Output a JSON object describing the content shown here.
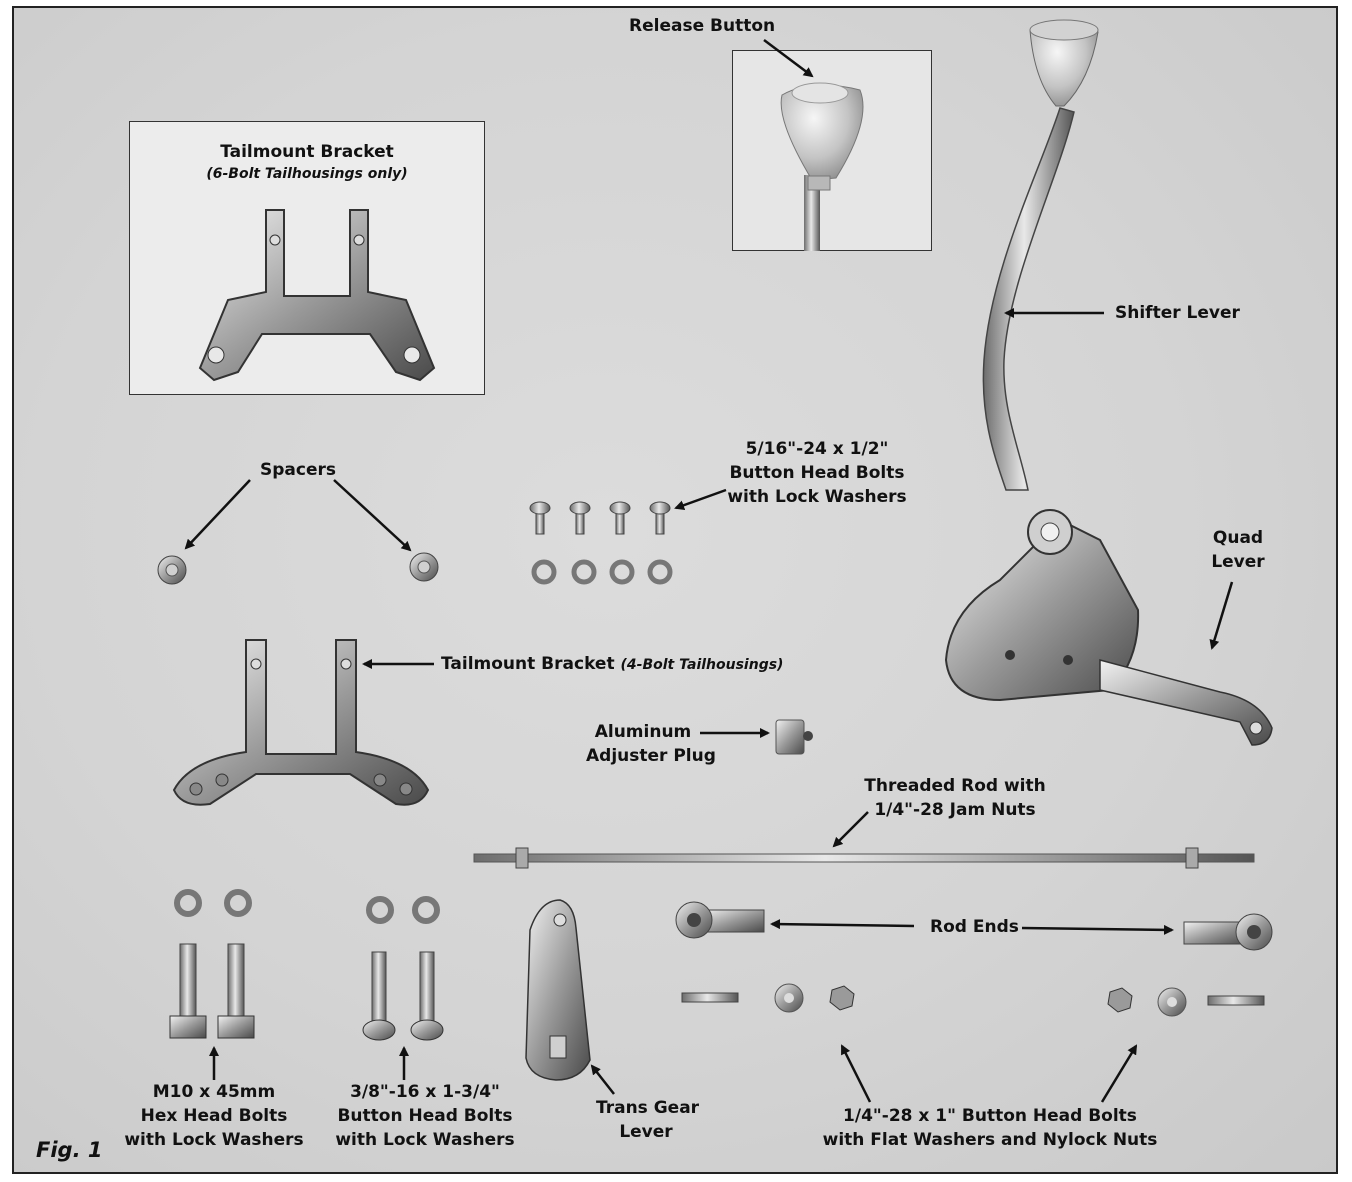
{
  "labels": {
    "release_button": "Release Button",
    "tailmount_6bolt_title": "Tailmount Bracket",
    "tailmount_6bolt_note": "(6-Bolt Tailhousings only)",
    "shifter_lever": "Shifter Lever",
    "spacers": "Spacers",
    "button_bolts_516_line1": "5/16\"-24 x 1/2\"",
    "button_bolts_516_line2": "Button Head Bolts",
    "button_bolts_516_line3": "with Lock Washers",
    "quad_lever_line1": "Quad",
    "quad_lever_line2": "Lever",
    "tailmount_4bolt_title": "Tailmount Bracket",
    "tailmount_4bolt_note": "(4-Bolt Tailhousings)",
    "adjuster_plug_line1": "Aluminum",
    "adjuster_plug_line2": "Adjuster Plug",
    "threaded_rod_line1": "Threaded Rod with",
    "threaded_rod_line2": "1/4\"-28 Jam Nuts",
    "rod_ends": "Rod Ends",
    "hex_bolts_line1": "M10 x 45mm",
    "hex_bolts_line2": "Hex Head Bolts",
    "hex_bolts_line3": "with Lock Washers",
    "button_bolts_38_line1": "3/8\"-16 x 1-3/4\"",
    "button_bolts_38_line2": "Button Head Bolts",
    "button_bolts_38_line3": "with Lock Washers",
    "trans_gear_line1": "Trans Gear",
    "trans_gear_line2": "Lever",
    "small_bolts_line1": "1/4\"-28 x 1\" Button Head Bolts",
    "small_bolts_line2": "with Flat Washers and Nylock Nuts",
    "figure": "Fig. 1"
  }
}
